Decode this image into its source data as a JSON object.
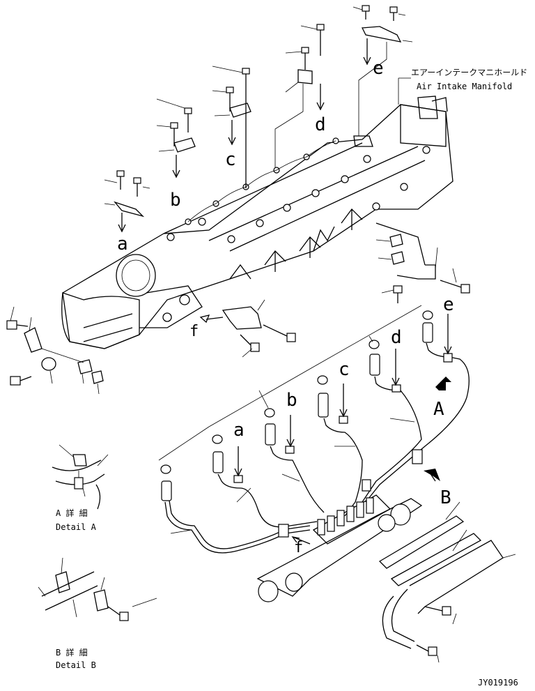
{
  "title_jp": "エアーインテークマニホールド",
  "title_en": "Air Intake Manifold",
  "callouts": {
    "a_top": "a",
    "b_top": "b",
    "c_top": "c",
    "d_top": "d",
    "e_top": "e",
    "f_top": "f",
    "a_low": "a",
    "b_low": "b",
    "c_low": "c",
    "d_low": "d",
    "e_low": "e",
    "f_low": "f",
    "A": "A",
    "B": "B"
  },
  "detail_a": {
    "jp": "A 詳 細",
    "en": "Detail A"
  },
  "detail_b": {
    "jp": "B 詳 細",
    "en": "Detail B"
  },
  "drawing_id": "JY019196"
}
